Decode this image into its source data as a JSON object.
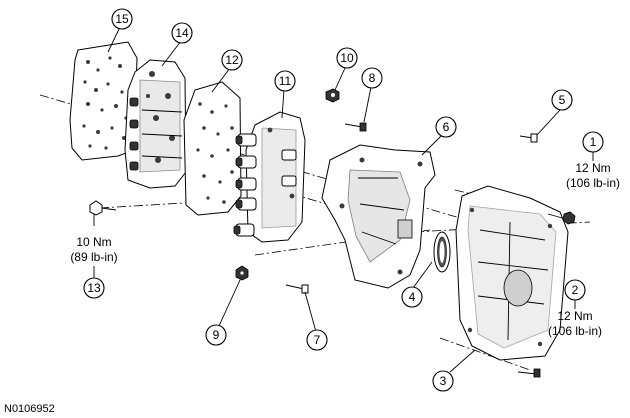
{
  "figure_id": "N0106952",
  "callouts": [
    {
      "id": "c1",
      "label": "1"
    },
    {
      "id": "c2",
      "label": "2"
    },
    {
      "id": "c3",
      "label": "3"
    },
    {
      "id": "c4",
      "label": "4"
    },
    {
      "id": "c5",
      "label": "5"
    },
    {
      "id": "c6",
      "label": "6"
    },
    {
      "id": "c7",
      "label": "7"
    },
    {
      "id": "c8",
      "label": "8"
    },
    {
      "id": "c9",
      "label": "9"
    },
    {
      "id": "c10",
      "label": "10"
    },
    {
      "id": "c11",
      "label": "11"
    },
    {
      "id": "c12",
      "label": "12"
    },
    {
      "id": "c13",
      "label": "13"
    },
    {
      "id": "c14",
      "label": "14"
    },
    {
      "id": "c15",
      "label": "15"
    }
  ],
  "torque_specs": {
    "spec_1": {
      "metric": "12 Nm",
      "imperial": "(106 lb-in)"
    },
    "spec_2": {
      "metric": "12 Nm",
      "imperial": "(106 lb-in)"
    },
    "spec_13": {
      "metric": "10 Nm",
      "imperial": "(89 lb-in)"
    }
  }
}
